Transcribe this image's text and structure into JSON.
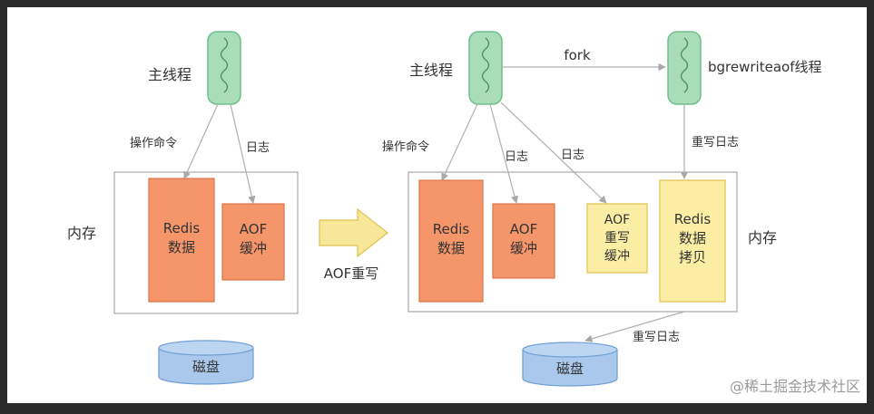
{
  "left": {
    "main_thread_label": "主线程",
    "cmd_label": "操作命令",
    "log_label": "日志",
    "memory_label": "内存",
    "redis_data": [
      "Redis",
      "数据"
    ],
    "aof_buffer": [
      "AOF",
      "缓冲"
    ],
    "disk_label": "磁盘"
  },
  "middle": {
    "arrow_label": "AOF重写"
  },
  "right": {
    "main_thread_label": "主线程",
    "fork_label": "fork",
    "bg_thread_label": "bgrewriteaof线程",
    "cmd_label": "操作命令",
    "log_label_1": "日志",
    "log_label_2": "日志",
    "rewrite_log_label": "重写日志",
    "memory_label": "内存",
    "redis_data": [
      "Redis",
      "数据"
    ],
    "aof_buffer": [
      "AOF",
      "缓冲"
    ],
    "aof_rewrite_buffer": [
      "AOF",
      "重写",
      "缓冲"
    ],
    "redis_copy": [
      "Redis",
      "数据",
      "拷贝"
    ],
    "disk_rewrite_label": "重写日志",
    "disk_label": "磁盘"
  },
  "watermark": "@稀土掘金技术社区",
  "colors": {
    "thread_fill": "#a9dcb8",
    "thread_stroke": "#6fbf8a",
    "orange_fill": "#f4956a",
    "orange_stroke": "#d9764a",
    "yellow_fill": "#fbeea4",
    "yellow_stroke": "#e0c24a",
    "disk_fill": "#a9c8ec",
    "disk_stroke": "#6f9ed4",
    "arrow_fill": "#f7e79a",
    "line": "#b0b0b0",
    "text": "#333333"
  }
}
